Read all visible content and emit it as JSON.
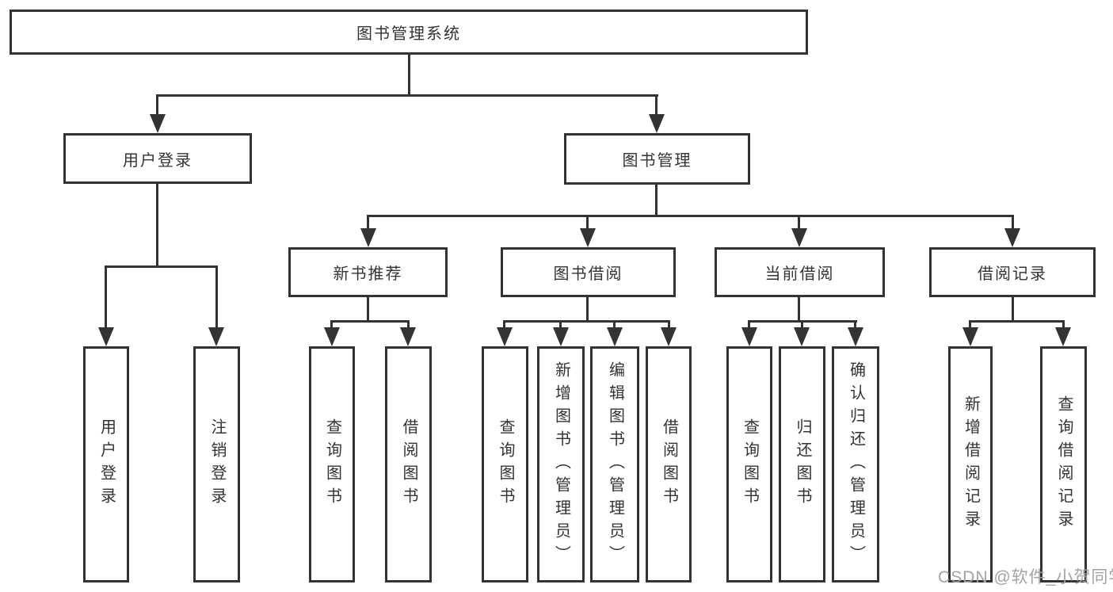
{
  "diagram": {
    "root": {
      "label": "图书管理系统"
    },
    "level2": [
      {
        "label": "用户登录"
      },
      {
        "label": "图书管理"
      }
    ],
    "level3": [
      {
        "label": "新书推荐"
      },
      {
        "label": "图书借阅"
      },
      {
        "label": "当前借阅"
      },
      {
        "label": "借阅记录"
      }
    ],
    "leaves": {
      "user_login": [
        {
          "label": "用户登录"
        },
        {
          "label": "注销登录"
        }
      ],
      "new_book_recommendation": [
        {
          "label": "查询图书"
        },
        {
          "label": "借阅图书"
        }
      ],
      "book_borrowing": [
        {
          "label": "查询图书"
        },
        {
          "label": "新增图书（管理员）"
        },
        {
          "label": "编辑图书（管理员）"
        },
        {
          "label": "借阅图书"
        }
      ],
      "current_borrowing": [
        {
          "label": "查询图书"
        },
        {
          "label": "归还图书"
        },
        {
          "label": "确认归还（管理员）"
        }
      ],
      "borrowing_records": [
        {
          "label": "新增借阅记录"
        },
        {
          "label": "查询借阅记录"
        }
      ]
    },
    "line_color": "#333333"
  },
  "watermark": {
    "text": "CSDN @软件_小贺同学"
  }
}
